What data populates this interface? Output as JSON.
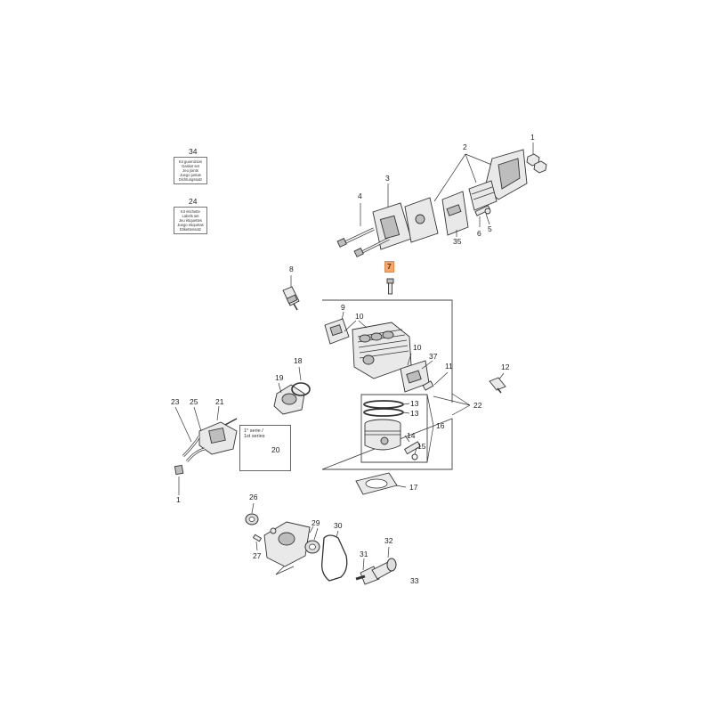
{
  "labels": {
    "l1a": "1",
    "l1b": "1",
    "l2": "2",
    "l3": "3",
    "l4": "4",
    "l5": "5",
    "l6": "6",
    "l7": "7",
    "l8": "8",
    "l9": "9",
    "l10a": "10",
    "l10b": "10",
    "l11": "11",
    "l12": "12",
    "l13a": "13",
    "l13b": "13",
    "l14": "14",
    "l15": "15",
    "l16": "16",
    "l17": "17",
    "l18": "18",
    "l19": "19",
    "l20": "20",
    "l21": "21",
    "l22": "22",
    "l23": "23",
    "l24": "24",
    "l25": "25",
    "l26": "26",
    "l27": "27",
    "l29": "29",
    "l30": "30",
    "l31": "31",
    "l32": "32",
    "l33": "33",
    "l34": "34",
    "l35": "35",
    "l37": "37"
  },
  "kit_gaskets": [
    "Kit guarnizioni",
    "Gasket set",
    "Jeu joints",
    "Juego juntas",
    "Dichtungssatz"
  ],
  "kit_labels": [
    "Kit etichette",
    "Labels set",
    "Jeu étiquettes",
    "Juego etiquetas",
    "Etikettensatz"
  ],
  "series_box": {
    "line1": "1° serie /",
    "line2": "1st series"
  },
  "highlight_color": "#f5a76c"
}
